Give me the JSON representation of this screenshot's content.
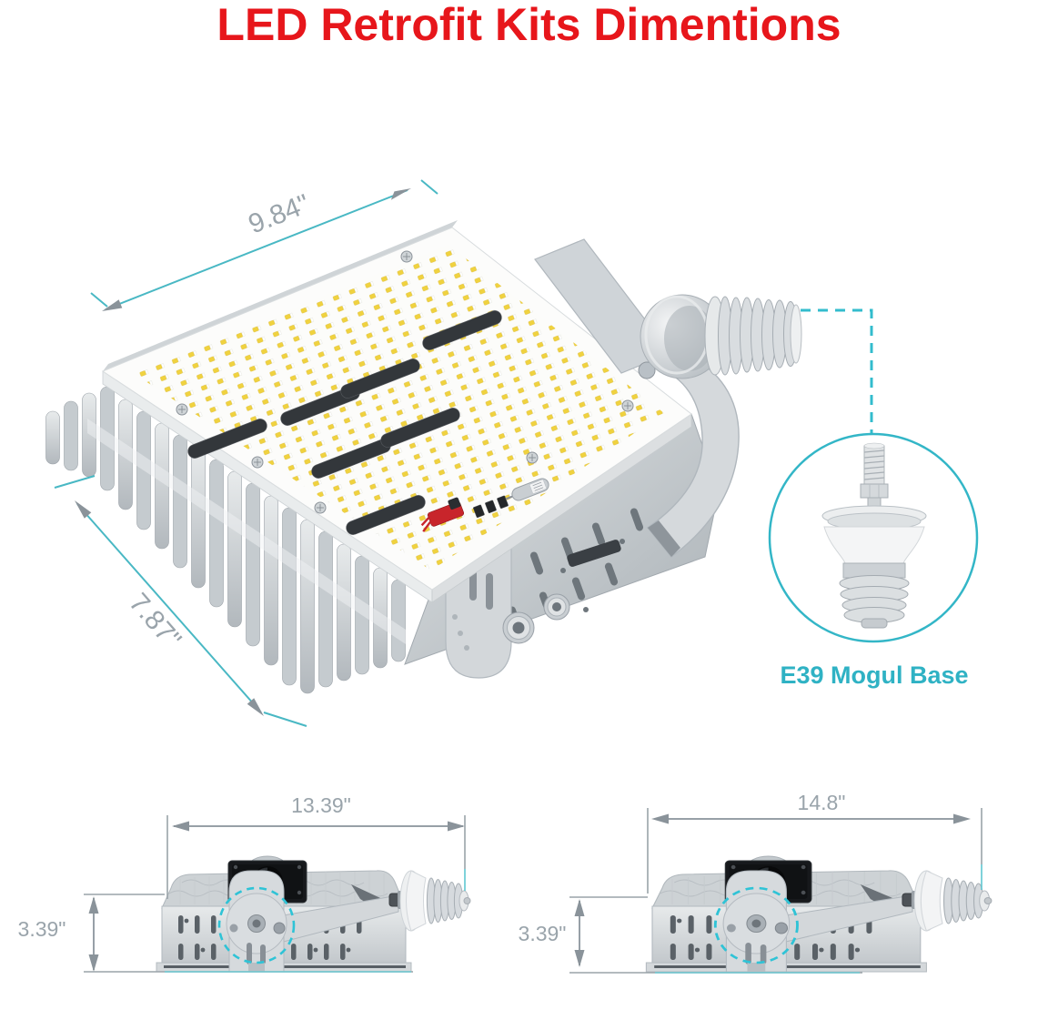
{
  "title": "LED Retrofit Kits Dimentions",
  "colors": {
    "title_red": "#e7161b",
    "accent_teal": "#35b5c6",
    "dashed_teal": "#2fc3d6",
    "dim_text_gray": "#9aa4ab",
    "dim_line_gray": "#98a1a8",
    "led_yellow": "#f0d23f",
    "metal_light": "#e7eaeb",
    "metal_dark": "#aeb5ba",
    "fan_black": "#17191c"
  },
  "isometric_view": {
    "width_dim": "9.84\"",
    "depth_dim": "7.87\""
  },
  "base_callout": {
    "label": "E39 Mogul Base"
  },
  "side_views": [
    {
      "width_dim": "13.39\"",
      "height_dim": "3.39\""
    },
    {
      "width_dim": "14.8\"",
      "height_dim": "3.39\""
    }
  ]
}
